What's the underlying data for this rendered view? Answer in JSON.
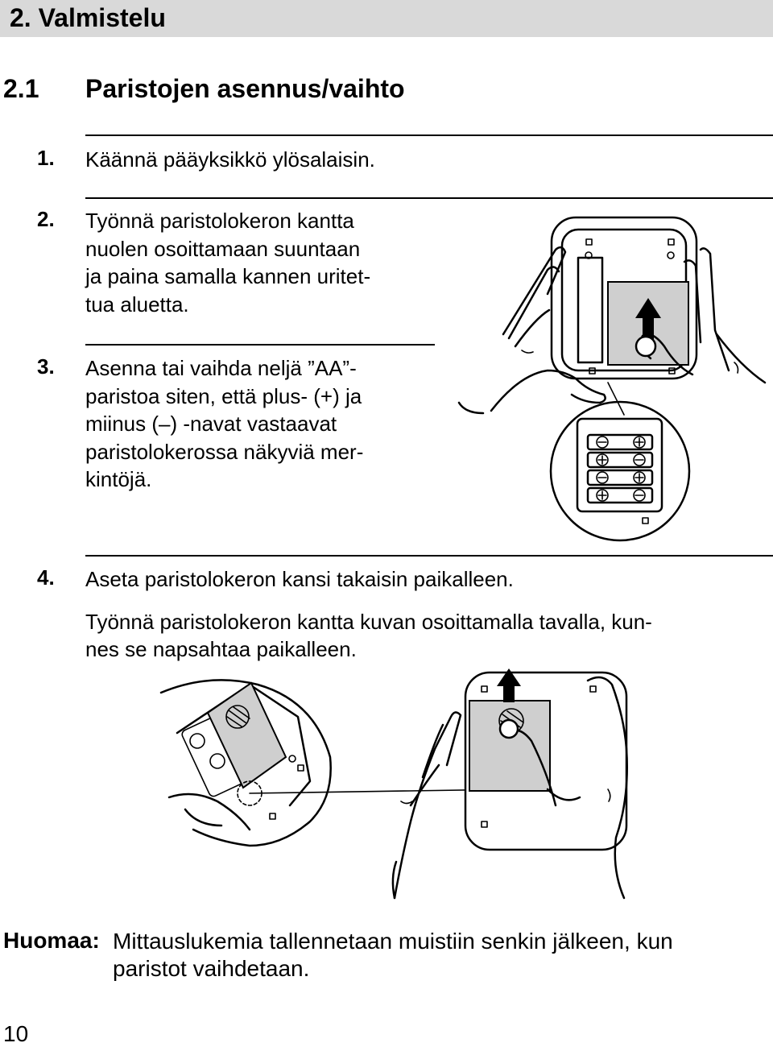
{
  "chapter": {
    "title": "2.  Valmistelu"
  },
  "section": {
    "number": "2.1",
    "title": "Paristojen asennus/vaihto"
  },
  "steps": [
    {
      "number": "1.",
      "lines": [
        "Käännä pääyksikkö ylösalaisin."
      ]
    },
    {
      "number": "2.",
      "lines": [
        "Työnnä paristolokeron kantta",
        "nuolen osoittamaan suuntaan",
        "ja paina samalla kannen uritet-",
        "tua aluetta."
      ]
    },
    {
      "number": "3.",
      "lines": [
        "Asenna tai vaihda neljä ”AA”-",
        "paristoa siten, että plus- (+) ja",
        "miinus (–) -navat vastaavat",
        "paristolokerossa näkyviä mer-",
        "kintöjä."
      ]
    },
    {
      "number": "4.",
      "lines": [
        "Aseta paristolokeron kansi takaisin paikalleen.",
        "Työnnä paristolokeron kantta kuvan osoittamalla tavalla, kun-",
        "nes se napsahtaa paikalleen."
      ]
    }
  ],
  "note": {
    "label": "Huomaa:",
    "lines": [
      "Mittauslukemia tallennetaan muistiin senkin jälkeen, kun",
      "paristot vaihdetaan."
    ]
  },
  "page_number": "10",
  "illustrations": {
    "top_right": "battery-cover-removal-hands",
    "bottom": "battery-cover-closing-hands"
  },
  "colors": {
    "chapter_bar": "#d9d9d9",
    "cover_gray": "#cfcfcf"
  }
}
